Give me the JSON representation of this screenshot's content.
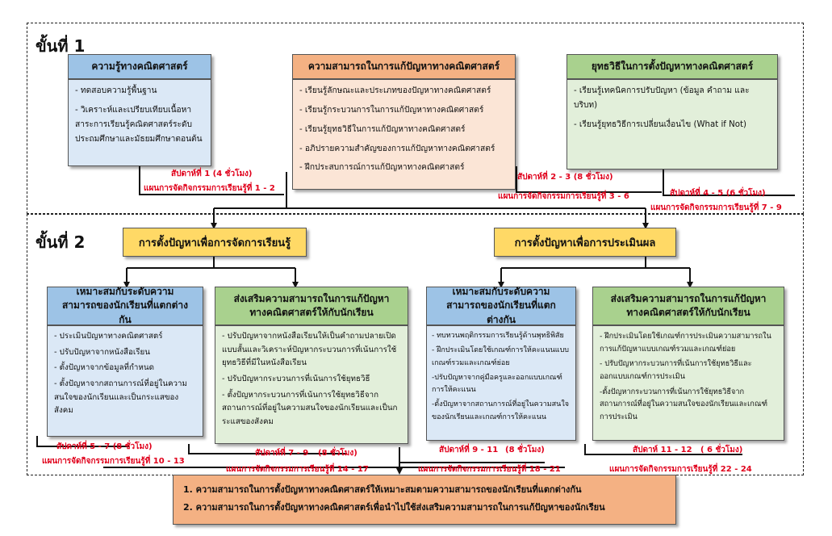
{
  "stage1": {
    "title": "ขั้นที่ 1",
    "knowledge": {
      "title": "ความรู้ทางคณิตศาสตร์",
      "items": [
        "- ทดสอบความรู้พื้นฐาน",
        "- วิเคราะห์และเปรียบเทียบเนื้อหาสาระการเรียนรู้คณิตศาสตร์ระดับประถมศึกษาและมัธยมศึกษาตอนต้น"
      ],
      "week": "สัปดาห์ที่ 1 (4 ชั่วโมง)",
      "plan": "แผนการจัดกิจกรรมการเรียนรู้ที่ 1 - 2"
    },
    "problem_solving": {
      "title": "ความสามารถในการแก้ปัญหาทางคณิตศาสตร์",
      "items": [
        "- เรียนรู้ลักษณะและประเภทของปัญหาทางคณิตศาสตร์",
        "- เรียนรู้กระบวนการในการแก้ปัญหาทางคณิตศาสตร์",
        "- เรียนรู้ยุทธวิธีในการแก้ปัญหาทางคณิตศาสตร์",
        "- อภิปรายความสำคัญของการแก้ปัญหาทางคณิตศาสตร์",
        "- ฝึกประสบการณ์การแก้ปัญหาทางคณิตศาสตร์"
      ],
      "week": "สัปดาห์ที่ 2 - 3 (8 ชั่วโมง)",
      "plan": "แผนการจัดกิจกรรมการเรียนรู้ที่ 3 - 6"
    },
    "strategy": {
      "title": "ยุทธวิธีในการตั้งปัญหาทางคณิตศาสตร์",
      "items": [
        "- เรียนรู้เทคนิคการปรับปัญหา (ข้อมูล คำถาม และบริบท)",
        "- เรียนรู้ยุทธวิธีการเปลี่ยนเงื่อนไข (What if Not)"
      ],
      "week": "สัปดาห์ที่ 4 - 5 (6 ชั่วโมง)",
      "plan": "แผนการจัดกิจกรรมการเรียนรู้ที่ 7 - 9"
    }
  },
  "stage2": {
    "title": "ขั้นที่ 2",
    "teaching": {
      "title": "การตั้งปัญหาเพื่อการจัดการเรียนรู้",
      "left": {
        "title": "เหมาะสมกับระดับความสามารถของนักเรียนที่แตกต่างกัน",
        "items": [
          "- ประเมินปัญหาทางคณิตศาสตร์",
          "- ปรับปัญหาจากหนังสือเรียน",
          "- ตั้งปัญหาจากข้อมูลที่กำหนด",
          "- ตั้งปัญหาจากสถานการณ์ที่อยู่ในความสนใจของนักเรียนและเป็นกระแสของสังคม"
        ],
        "week": "สัปดาห์ที่ 5 - 7 (8 ชั่วโมง)",
        "plan": "แผนการจัดกิจกรรมการเรียนรู้ที่ 10 - 13"
      },
      "right": {
        "title": "ส่งเสริมความสามารถในการแก้ปัญหาทางคณิตศาสตร์ให้กับนักเรียน",
        "items": [
          "- ปรับปัญหาจากหนังสือเรียนให้เป็นคำถามปลายเปิดแบบสั้นและวิเคราะห์ปัญหากระบวนการที่เน้นการใช้ยุทธวิธีที่มีในหนังสือเรียน",
          "- ปรับปัญหากระบวนการที่เน้นการใช้ยุทธวิธี",
          "- ตั้งปัญหากระบวนการที่เน้นการใช้ยุทธวิธีจากสถานการณ์ที่อยู่ในความสนใจของนักเรียนและเป็นกระแสของสังคม"
        ],
        "week": "สัปดาห์ที่ 7 - 9",
        "hours": "(8 ชั่วโมง)",
        "plan": "แผนการจัดกิจกรรมการเรียนรู้ที่ 14 - 17"
      }
    },
    "assessment": {
      "title": "การตั้งปัญหาเพื่อการประเมินผล",
      "left": {
        "title": "เหมาะสมกับระดับความสามารถของนักเรียนที่แตกต่างกัน",
        "items": [
          "- ทบทวนพฤติกรรมการเรียนรู้ด้านพุทธิพิสัย",
          "- ฝึกประเมินโดยใช้เกณฑ์การให้คะแนนแบบเกณฑ์รวมและเกณฑ์ย่อย",
          "-ปรับปัญหาจากคู่มือครูและออกแบบเกณฑ์การให้คะแนน",
          "-ตั้งปัญหาจากสถานการณ์ที่อยู่ในความสนใจของนักเรียนและเกณฑ์การให้คะแนน"
        ],
        "week": "สัปดาห์ที่ 9 - 11",
        "hours": "(8 ชั่วโมง)",
        "plan": "แผนการจัดกิจกรรมการเรียนรู้ที่ 18 - 21"
      },
      "right": {
        "title": "ส่งเสริมความสามารถในการแก้ปัญหาทางคณิตศาสตร์ให้กับนักเรียน",
        "items": [
          "- ฝึกประเมินโดยใช้เกณฑ์การประเมินความสามารถในการแก้ปัญหาแบบเกณฑ์รวมและเกณฑ์ย่อย",
          "- ปรับปัญหากระบวนการที่เน้นการใช้ยุทธวิธีและออกแบบเกณฑ์การประเมิน",
          "-ตั้งปัญหากระบวนการที่เน้นการใช้ยุทธวิธีจากสถานการณ์ที่อยู่ในความสนใจของนักเรียนและเกณฑ์การประเมิน"
        ],
        "week": "สัปดาห์ 11 - 12",
        "hours": "( 6 ชั่วโมง)",
        "plan": "แผนการจัดกิจกรรมการเรียนรู้ที่ 22 - 24"
      }
    }
  },
  "results": [
    "1. ความสามารถในการตั้งปัญหาทางคณิตศาสตร์ให้เหมาะสมตามความสามารถของนักเรียนที่แตกต่างกัน",
    "2. ความสามารถในการตั้งปัญหาทางคณิตศาสตร์เพื่อนำไปใช้ส่งเสริมความสามารถในการแก้ปัญหาของนักเรียน"
  ],
  "colors": {
    "blue_header": "#9dc3e6",
    "orange_header": "#f4b183",
    "green_header": "#a9d18e",
    "yellow": "#ffd966",
    "red_text": "#e0001b"
  }
}
